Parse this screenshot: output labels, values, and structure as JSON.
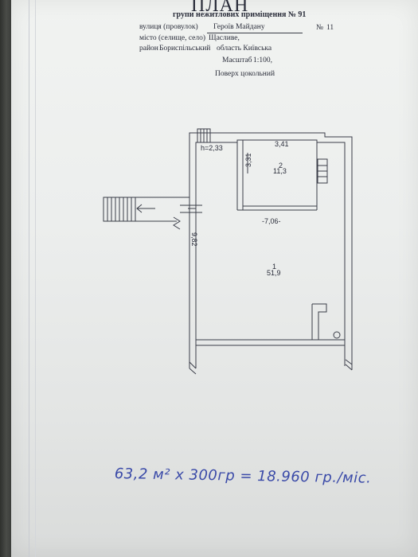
{
  "document": {
    "title": "ПЛАН",
    "subtitle": "групи нежитлових приміщення № 91",
    "street_label": "вулиця (провулок)",
    "street_value": "Героїв Майдану",
    "house_label": "№",
    "house_value": "11",
    "city_label": "місто (селище, село)",
    "city_value": "Щасливе,",
    "district_label": "район",
    "district_value": "Бориспільський",
    "region_value": "область Київська",
    "scale_label": "Масштаб",
    "scale_value": "1:100,",
    "floor_label": "Поверх цокольний"
  },
  "plan": {
    "height_label": "h=2,33",
    "room2_width": "3,41",
    "room2_height": "3,31",
    "room2_number": "2",
    "room2_area": "11,3",
    "room1_width": "-7,06-",
    "room1_length": "9,82",
    "room1_number": "1",
    "room1_area": "51,9"
  },
  "handwriting": {
    "calculation": "63,2 м² х 300гр = 18.960 гр./міс."
  },
  "colors": {
    "paper": "#eceeed",
    "ink": "#2a2d3a",
    "pen": "#3a4aa8"
  }
}
